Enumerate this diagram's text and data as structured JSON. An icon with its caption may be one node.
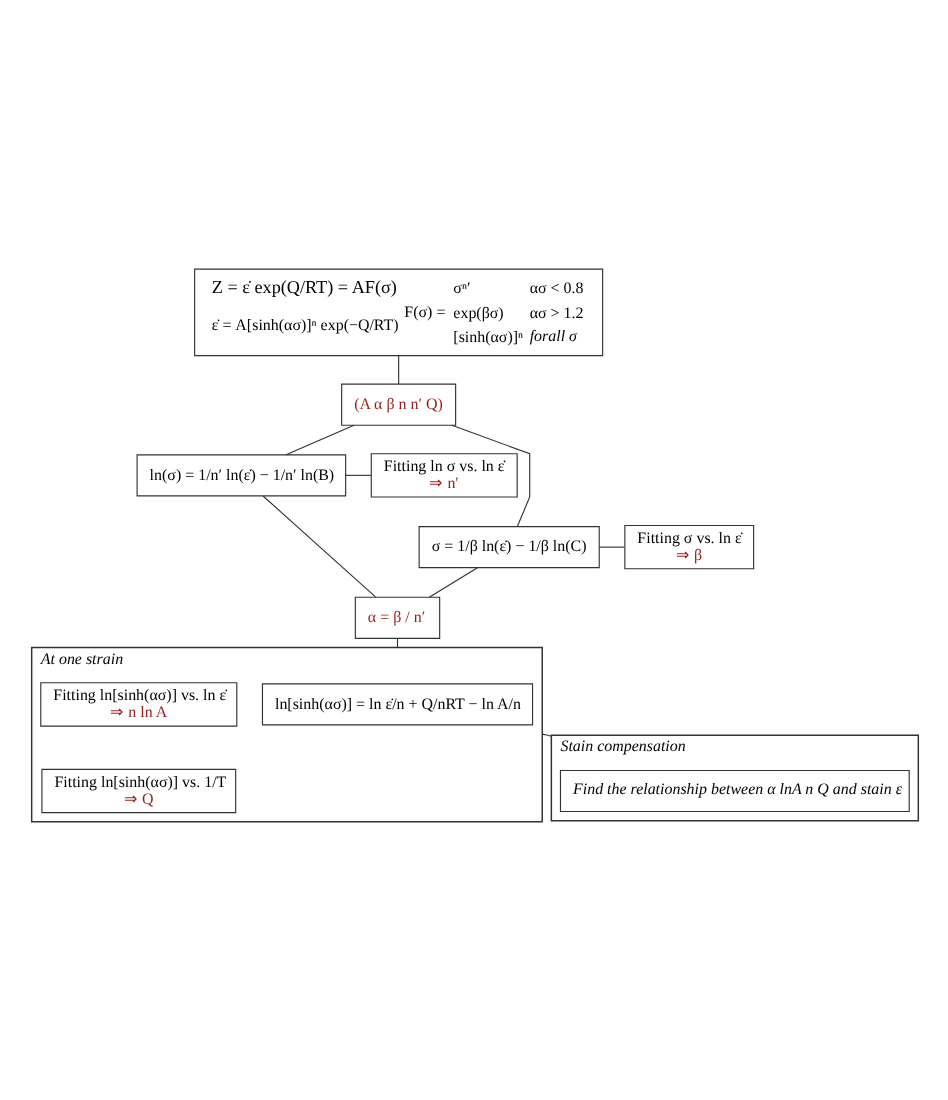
{
  "diagram": {
    "nodes": [
      {
        "text": [
          "Z = ε̇ exp(Q/RT) = AF(σ)",
          "ε̇ = A[sinh(ασ)]ⁿ exp(−Q/RT)",
          "F(σ) =",
          "σⁿ′",
          "ασ < 0.8",
          "exp(βσ)",
          "ασ > 1.2",
          "[sinh(ασ)]ⁿ",
          "forall σ"
        ]
      },
      {
        "text": [
          "(A α β n n′ Q)"
        ]
      },
      {
        "text": [
          "ln(σ) = 1/n′ ln(ε̇) − 1/n′ ln(B)"
        ]
      },
      {
        "text": [
          "Fitting ln σ vs. ln ε̇",
          "⇒ n′"
        ]
      },
      {
        "text": [
          "σ = 1/β ln(ε̇) − 1/β ln(C)"
        ]
      },
      {
        "text": [
          "Fitting σ vs. ln ε̇",
          "⇒ β"
        ]
      },
      {
        "text": [
          "α = β / n′"
        ]
      },
      {
        "text": [
          "At one strain"
        ]
      },
      {
        "text": [
          "ln[sinh(ασ)] = ln ε̇/n + Q/nRT − ln A/n"
        ],
        "in": 7
      },
      {
        "text": [
          "Fitting ln[sinh(ασ)] vs. ln ε̇",
          "⇒ n ln A"
        ],
        "in": 7
      },
      {
        "text": [
          "Fitting ln[sinh(ασ)] vs. 1/T",
          "⇒ Q"
        ],
        "in": 7
      },
      {
        "text": [
          "Stain compensation"
        ]
      },
      {
        "text": [
          "Find the relationship between α lnA n Q and stain ε"
        ],
        "in": 11
      }
    ],
    "edges": [
      {
        "from": 0,
        "to": 1,
        "arrow": "none"
      },
      {
        "from": 1,
        "to": 2,
        "arrow": "none"
      },
      {
        "from": 1,
        "to": 4,
        "arrow": "none"
      },
      {
        "from": 2,
        "to": 3,
        "arrow": "none"
      },
      {
        "from": 4,
        "to": 5,
        "arrow": "none"
      },
      {
        "from": 2,
        "to": 6,
        "arrow": "none"
      },
      {
        "from": 4,
        "to": 6,
        "arrow": "none"
      },
      {
        "from": 6,
        "to": 7,
        "arrow": "none"
      },
      {
        "from": 7,
        "to": 11,
        "arrow": "none"
      }
    ]
  }
}
